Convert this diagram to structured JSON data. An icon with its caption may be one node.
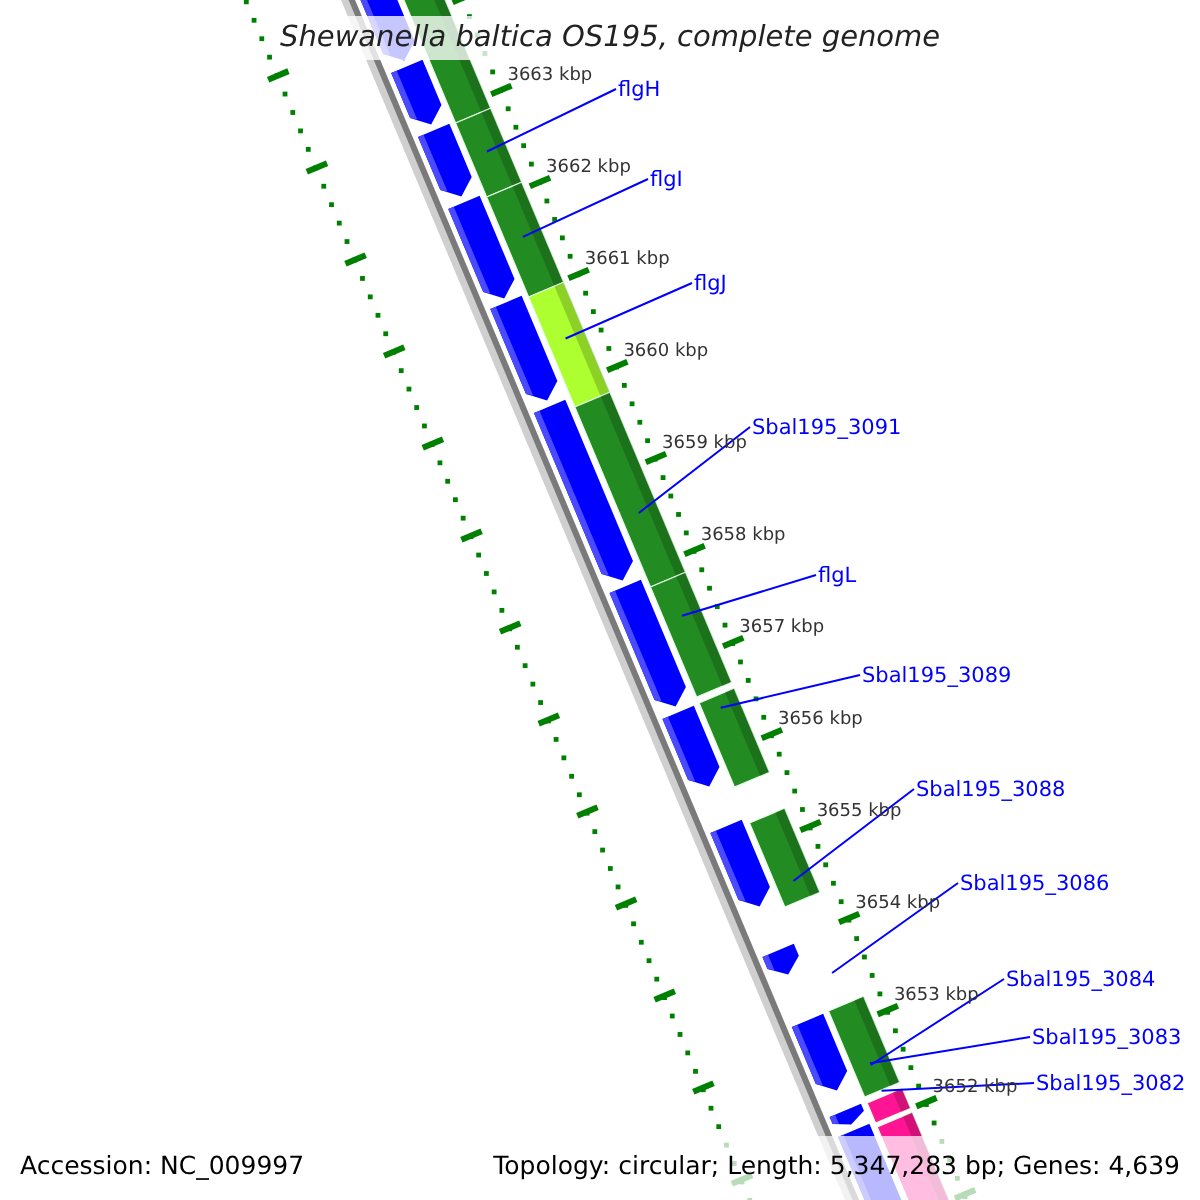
{
  "diagram": {
    "title": "Shewanella baltica OS195, complete genome",
    "nodes": [
      {
        "text": [
          "flgH"
        ]
      },
      {
        "text": [
          "flgI"
        ]
      },
      {
        "text": [
          "flgJ"
        ]
      },
      {
        "text": [
          "Sbal195_3091"
        ]
      },
      {
        "text": [
          "flgL"
        ]
      },
      {
        "text": [
          "Sbal195_3089"
        ]
      },
      {
        "text": [
          "Sbal195_3088"
        ]
      },
      {
        "text": [
          "Sbal195_3086"
        ]
      },
      {
        "text": [
          "Sbal195_3084"
        ]
      },
      {
        "text": [
          "Sbal195_3083"
        ]
      },
      {
        "text": [
          "Sbal195_3082"
        ]
      }
    ],
    "edges": [
      {
        "from": 0,
        "to": null,
        "arrow": "none"
      },
      {
        "from": 1,
        "to": null,
        "arrow": "none"
      },
      {
        "from": 2,
        "to": null,
        "arrow": "none"
      },
      {
        "from": 3,
        "to": null,
        "arrow": "none"
      },
      {
        "from": 4,
        "to": null,
        "arrow": "none"
      },
      {
        "from": 5,
        "to": null,
        "arrow": "none"
      },
      {
        "from": 6,
        "to": null,
        "arrow": "none"
      },
      {
        "from": 7,
        "to": null,
        "arrow": "none"
      },
      {
        "from": 8,
        "to": null,
        "arrow": "none"
      },
      {
        "from": 9,
        "to": null,
        "arrow": "none"
      },
      {
        "from": 10,
        "to": null,
        "arrow": "none"
      }
    ],
    "labels": [
      "3663 kbp",
      "3662 kbp",
      "3661 kbp",
      "3660 kbp",
      "3659 kbp",
      "3658 kbp",
      "3657 kbp",
      "3656 kbp",
      "3655 kbp",
      "3654 kbp",
      "3653 kbp",
      "3652 kbp",
      "Accession: NC_009997",
      "Topology: circular; Length: 5,347,283 bp; Genes: 4,639"
    ]
  }
}
